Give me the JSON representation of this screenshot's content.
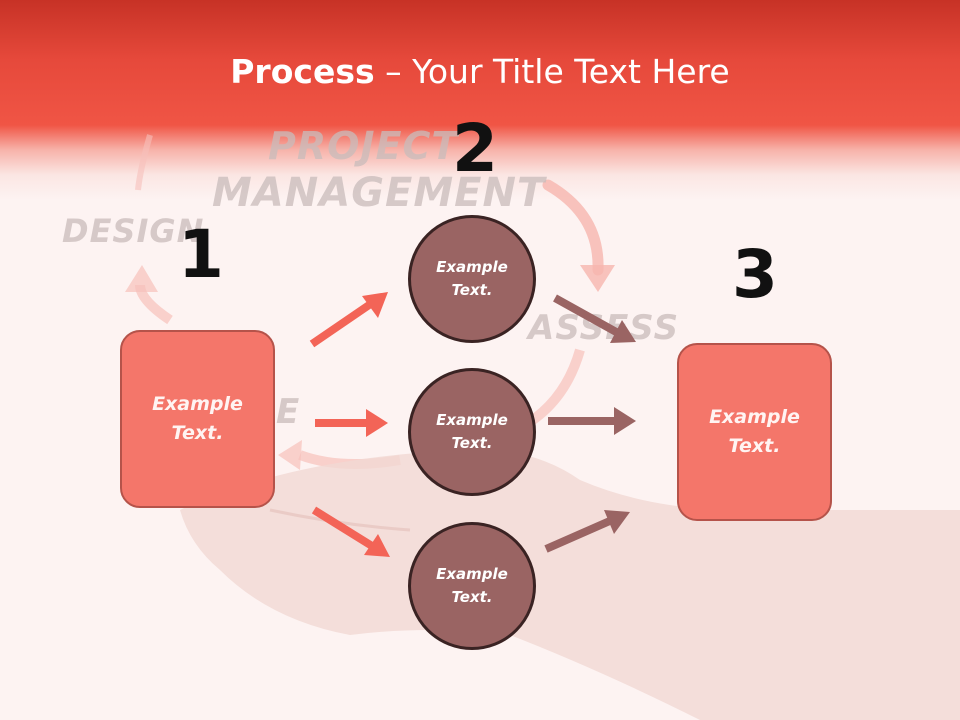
{
  "title": {
    "bold": "Process",
    "rest": " – Your Title Text Here"
  },
  "background_words": {
    "project": "PROJECT",
    "management": "MANAGEMENT",
    "design": "DESIGN",
    "assess": "ASSESS",
    "e_fragment": "E"
  },
  "steps": {
    "one": {
      "number": "1",
      "box_text": "Example Text."
    },
    "two": {
      "number": "2",
      "circles": [
        "Example Text.",
        "Example Text.",
        "Example Text."
      ]
    },
    "three": {
      "number": "3",
      "box_text": "Example Text."
    }
  },
  "colors": {
    "header": "#e6493b",
    "box_fill": "#f4766a",
    "circle_fill": "#9a6463",
    "arrow_left": "#f36457",
    "arrow_right": "#9a6463"
  }
}
